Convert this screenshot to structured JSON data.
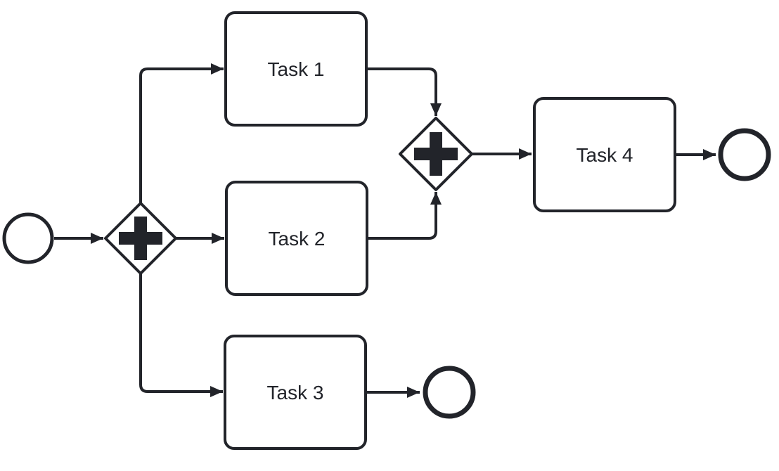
{
  "diagram": {
    "type": "bpmn-process",
    "background_color": "#ffffff",
    "stroke_color": "#22242a",
    "shape_fill_color": "#ffffff",
    "tasks": [
      {
        "id": "task-1",
        "label": "Task 1"
      },
      {
        "id": "task-2",
        "label": "Task 2"
      },
      {
        "id": "task-3",
        "label": "Task 3"
      },
      {
        "id": "task-4",
        "label": "Task 4"
      }
    ],
    "gateways": [
      {
        "id": "gateway-split",
        "kind": "parallel",
        "icon": "plus-icon",
        "icon_glyph": "+"
      },
      {
        "id": "gateway-join",
        "kind": "parallel",
        "icon": "plus-icon",
        "icon_glyph": "+"
      }
    ],
    "events": [
      {
        "id": "start-event",
        "kind": "start"
      },
      {
        "id": "end-event-main",
        "kind": "end"
      },
      {
        "id": "end-event-branch",
        "kind": "end"
      }
    ],
    "flows": [
      {
        "id": "flow-start-to-split",
        "from": "start-event",
        "to": "gateway-split"
      },
      {
        "id": "flow-split-to-task-1",
        "from": "gateway-split",
        "to": "task-1"
      },
      {
        "id": "flow-split-to-task-2",
        "from": "gateway-split",
        "to": "task-2"
      },
      {
        "id": "flow-split-to-task-3",
        "from": "gateway-split",
        "to": "task-3"
      },
      {
        "id": "flow-task-1-to-join",
        "from": "task-1",
        "to": "gateway-join"
      },
      {
        "id": "flow-task-2-to-join",
        "from": "task-2",
        "to": "gateway-join"
      },
      {
        "id": "flow-join-to-task-4",
        "from": "gateway-join",
        "to": "task-4"
      },
      {
        "id": "flow-task-4-to-end",
        "from": "task-4",
        "to": "end-event-main"
      },
      {
        "id": "flow-task-3-to-end",
        "from": "task-3",
        "to": "end-event-branch"
      }
    ]
  }
}
